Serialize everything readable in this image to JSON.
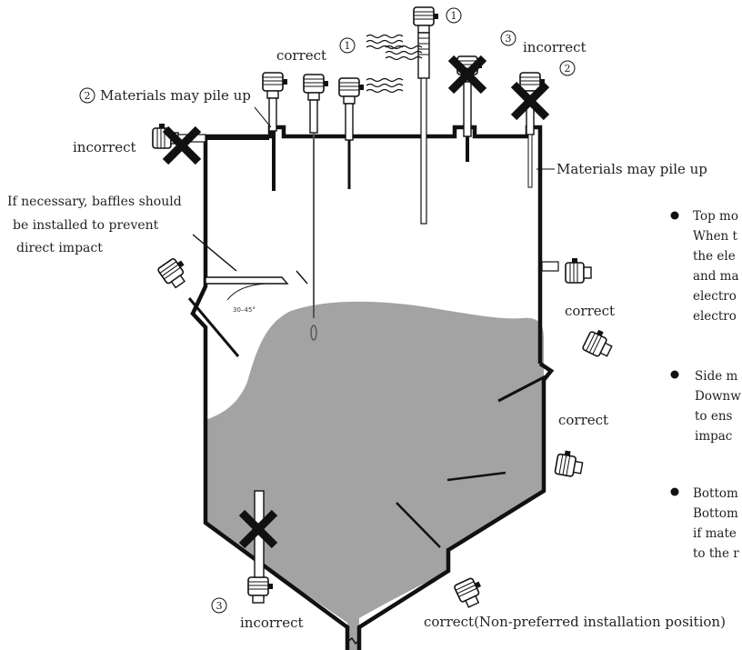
{
  "labels": {
    "correct_top": "correct",
    "incorrect_top_right": "incorrect",
    "incorrect_left": "incorrect",
    "incorrect_bottom": "incorrect",
    "pile_up_left": "Materials may pile up",
    "pile_up_right": "Materials may pile up",
    "baffles_line1": "If necessary, baffles should",
    "baffles_line2": "be installed to prevent",
    "baffles_line3": "direct impact",
    "angle": "30–45°",
    "correct_side_upper": "correct",
    "correct_side_mid": "correct",
    "correct_bottom": "correct(Non-preferred installation position)"
  },
  "markers": {
    "one": "1",
    "two": "2",
    "three": "3"
  },
  "notes": [
    {
      "lines": [
        "Top mo",
        "When t",
        "the ele",
        "and ma",
        "electro",
        "electro"
      ]
    },
    {
      "lines": [
        "Side m",
        "Downw",
        "to ens",
        "impac"
      ]
    },
    {
      "lines": [
        "Bottom",
        "Bottom",
        "if mate",
        "to the r"
      ]
    }
  ]
}
